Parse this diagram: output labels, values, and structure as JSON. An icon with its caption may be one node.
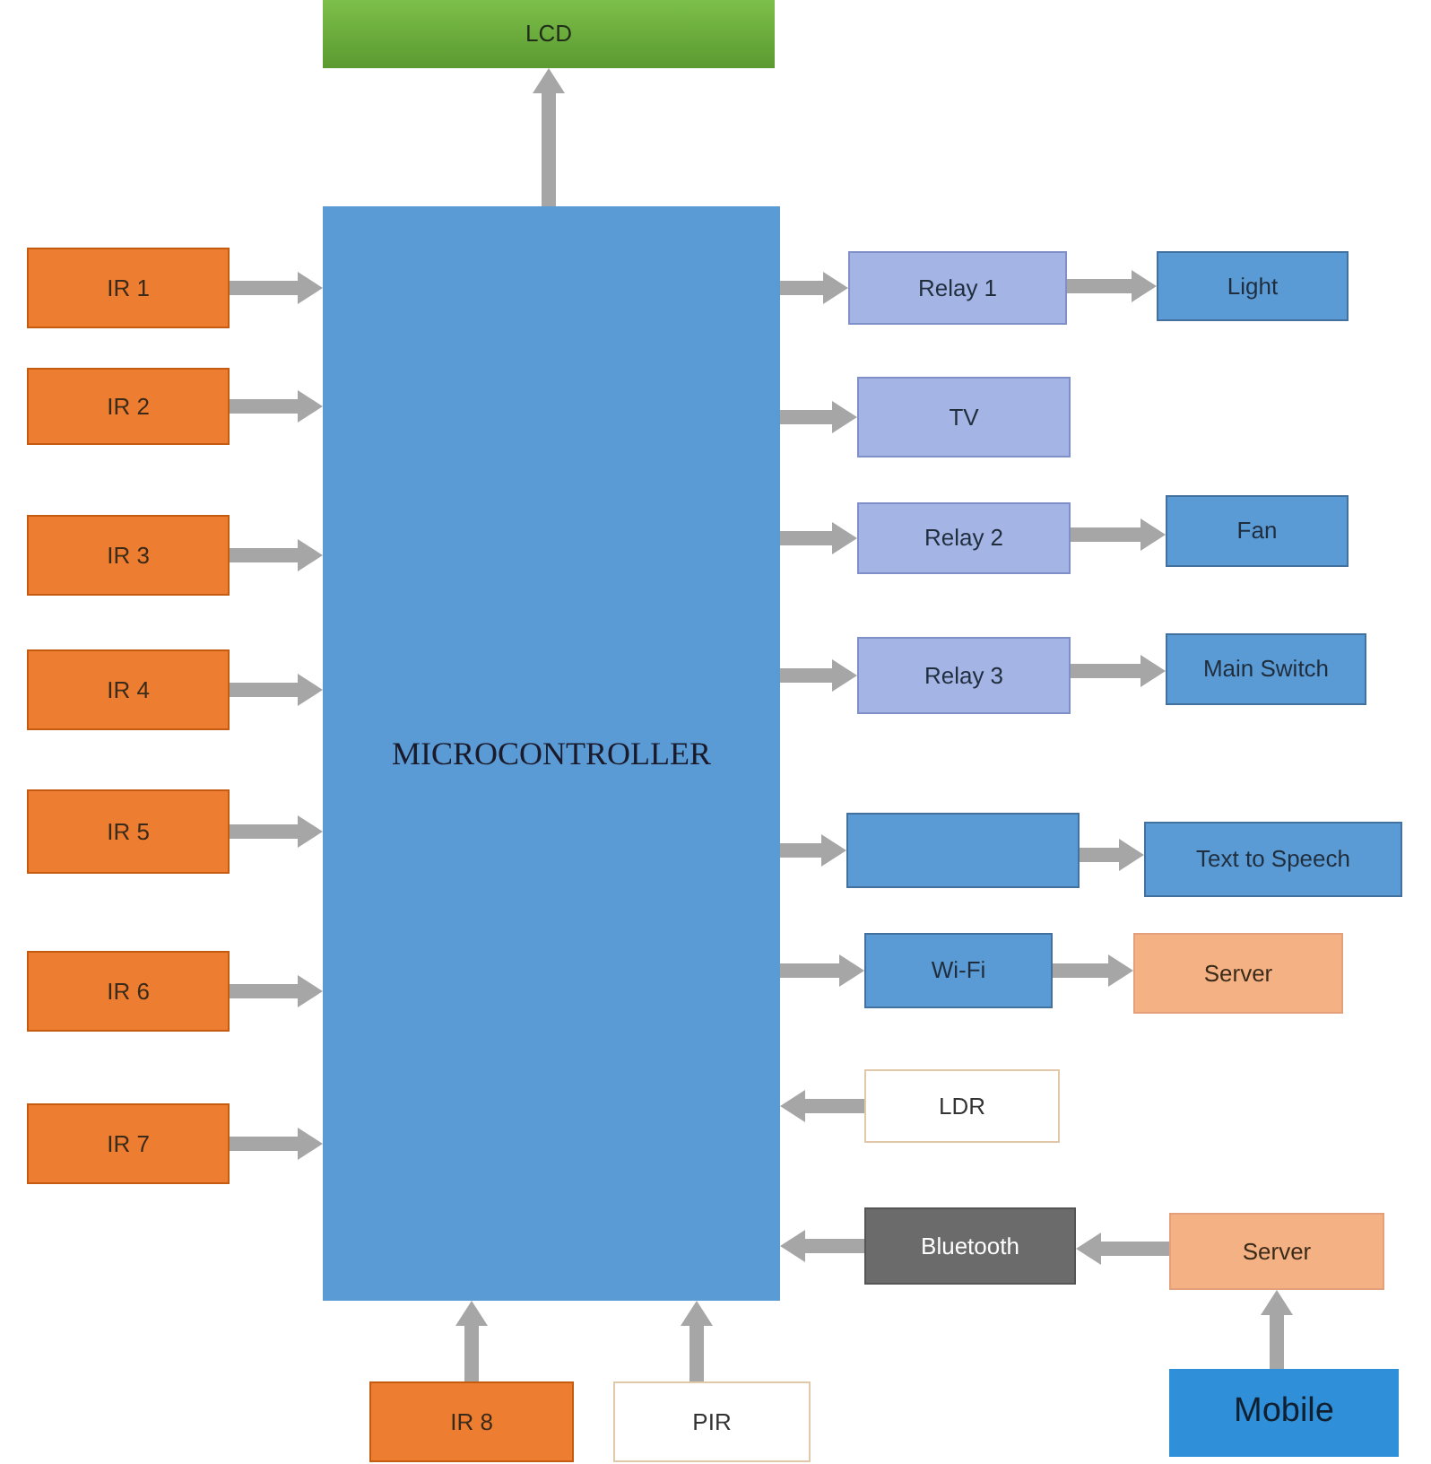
{
  "diagram": {
    "nodes": [
      {
        "text": [
          "LCD"
        ]
      },
      {
        "text": [
          "MICROCONTROLLER"
        ]
      },
      {
        "text": [
          "IR 1"
        ]
      },
      {
        "text": [
          "IR 2"
        ]
      },
      {
        "text": [
          "IR 3"
        ]
      },
      {
        "text": [
          "IR 4"
        ]
      },
      {
        "text": [
          "IR 5"
        ]
      },
      {
        "text": [
          "IR 6"
        ]
      },
      {
        "text": [
          "IR 7"
        ]
      },
      {
        "text": [
          "Relay 1"
        ]
      },
      {
        "text": [
          "Light"
        ]
      },
      {
        "text": [
          "TV"
        ]
      },
      {
        "text": [
          "Relay 2"
        ]
      },
      {
        "text": [
          "Fan"
        ]
      },
      {
        "text": [
          "Relay 3"
        ]
      },
      {
        "text": [
          "Main Switch"
        ]
      },
      {
        "text": [],
        "shape": "box"
      },
      {
        "text": [
          "Text to Speech"
        ]
      },
      {
        "text": [
          "Wi-Fi"
        ]
      },
      {
        "text": [
          "Server"
        ]
      },
      {
        "text": [
          "LDR"
        ]
      },
      {
        "text": [
          "Bluetooth"
        ]
      },
      {
        "text": [
          "Server"
        ]
      },
      {
        "text": [
          "IR 8"
        ]
      },
      {
        "text": [
          "PIR"
        ]
      },
      {
        "text": [
          "Mobile"
        ]
      }
    ],
    "edges": [
      {
        "from": 1,
        "to": 0,
        "arrow": "to"
      },
      {
        "from": 2,
        "to": 1,
        "arrow": "to"
      },
      {
        "from": 3,
        "to": 1,
        "arrow": "to"
      },
      {
        "from": 4,
        "to": 1,
        "arrow": "to"
      },
      {
        "from": 5,
        "to": 1,
        "arrow": "to"
      },
      {
        "from": 6,
        "to": 1,
        "arrow": "to"
      },
      {
        "from": 7,
        "to": 1,
        "arrow": "to"
      },
      {
        "from": 8,
        "to": 1,
        "arrow": "to"
      },
      {
        "from": 1,
        "to": 9,
        "arrow": "to"
      },
      {
        "from": 9,
        "to": 10,
        "arrow": "to"
      },
      {
        "from": 1,
        "to": 11,
        "arrow": "to"
      },
      {
        "from": 1,
        "to": 12,
        "arrow": "to"
      },
      {
        "from": 12,
        "to": 13,
        "arrow": "to"
      },
      {
        "from": 1,
        "to": 14,
        "arrow": "to"
      },
      {
        "from": 14,
        "to": 15,
        "arrow": "to"
      },
      {
        "from": 1,
        "to": 16,
        "arrow": "to"
      },
      {
        "from": 16,
        "to": 17,
        "arrow": "to"
      },
      {
        "from": 1,
        "to": 18,
        "arrow": "to"
      },
      {
        "from": 18,
        "to": 19,
        "arrow": "to"
      },
      {
        "from": 20,
        "to": 1,
        "arrow": "to"
      },
      {
        "from": 21,
        "to": 1,
        "arrow": "to"
      },
      {
        "from": 22,
        "to": 21,
        "arrow": "to"
      },
      {
        "from": 25,
        "to": 22,
        "arrow": "to"
      },
      {
        "from": 23,
        "to": 1,
        "arrow": "to"
      },
      {
        "from": 24,
        "to": 1,
        "arrow": "to"
      }
    ]
  }
}
